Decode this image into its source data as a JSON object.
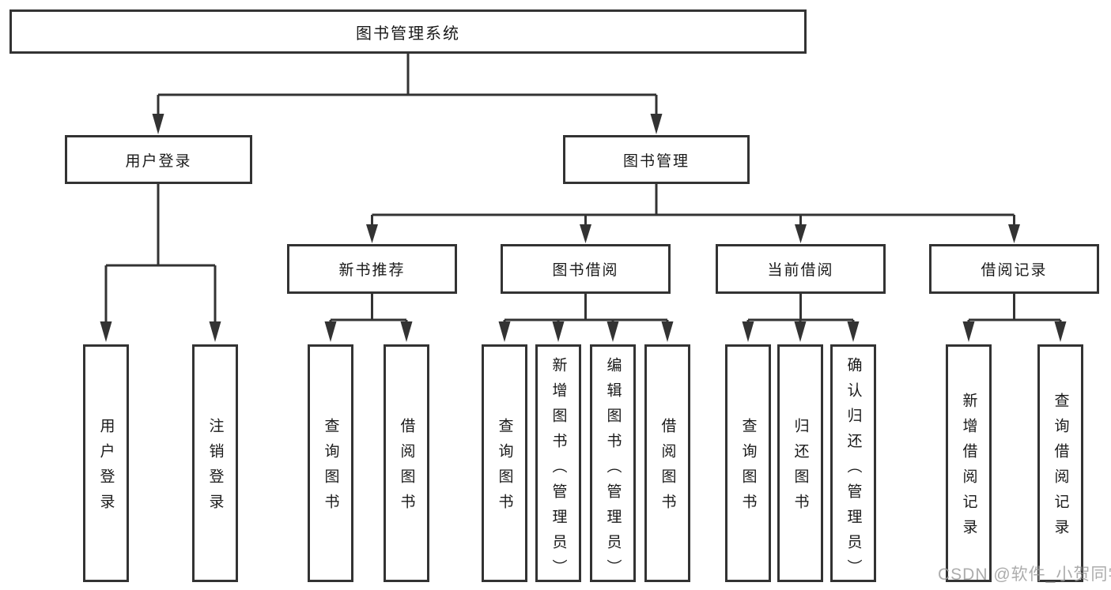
{
  "diagram_title": "图书管理系统",
  "tree": {
    "label": "图书管理系统",
    "children": [
      {
        "label": "用户登录",
        "children": [
          {
            "label": "用户登录"
          },
          {
            "label": "注销登录"
          }
        ]
      },
      {
        "label": "图书管理",
        "children": [
          {
            "label": "新书推荐",
            "children": [
              {
                "label": "查询图书"
              },
              {
                "label": "借阅图书"
              }
            ]
          },
          {
            "label": "图书借阅",
            "children": [
              {
                "label": "查询图书"
              },
              {
                "label": "新增图书（管理员）"
              },
              {
                "label": "编辑图书（管理员）"
              },
              {
                "label": "借阅图书"
              }
            ]
          },
          {
            "label": "当前借阅",
            "children": [
              {
                "label": "查询图书"
              },
              {
                "label": "归还图书"
              },
              {
                "label": "确认归还（管理员）"
              }
            ]
          },
          {
            "label": "借阅记录",
            "children": [
              {
                "label": "新增借阅记录"
              },
              {
                "label": "查询借阅记录"
              }
            ]
          }
        ]
      }
    ]
  },
  "watermark": {
    "text": "CSDN @软件_小贺同学"
  },
  "colors": {
    "line": "#333333",
    "box_border": "#333333",
    "text": "#1a1a1a",
    "background": "#ffffff",
    "watermark": "#9e9e9e"
  }
}
